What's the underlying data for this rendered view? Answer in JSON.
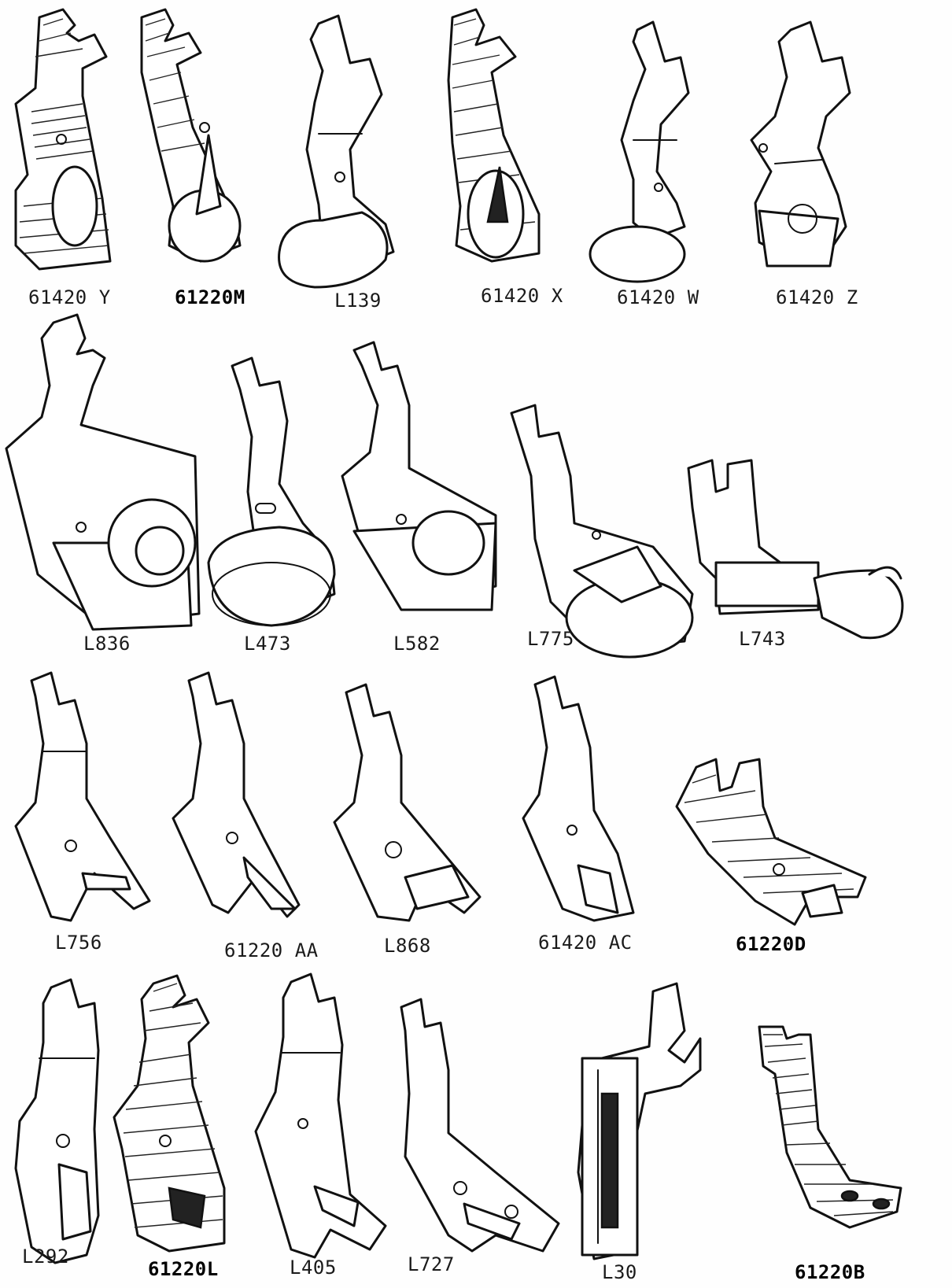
{
  "rows": [
    {
      "items": [
        {
          "label": "61420 Y",
          "bold": false,
          "hatched": true
        },
        {
          "label": "61220M",
          "bold": true,
          "hatched": true
        },
        {
          "label": "L139",
          "bold": false,
          "hatched": false
        },
        {
          "label": "61420 X",
          "bold": false,
          "hatched": true
        },
        {
          "label": "61420 W",
          "bold": false,
          "hatched": false
        },
        {
          "label": "61420 Z",
          "bold": false,
          "hatched": false
        }
      ]
    },
    {
      "items": [
        {
          "label": "L836",
          "bold": false,
          "hatched": false
        },
        {
          "label": "L473",
          "bold": false,
          "hatched": false
        },
        {
          "label": "L582",
          "bold": false,
          "hatched": false
        },
        {
          "label": "L775",
          "bold": false,
          "hatched": false
        },
        {
          "label": "L743",
          "bold": false,
          "hatched": false
        }
      ]
    },
    {
      "items": [
        {
          "label": "L756",
          "bold": false,
          "hatched": false
        },
        {
          "label": "61220 AA",
          "bold": false,
          "hatched": false
        },
        {
          "label": "L868",
          "bold": false,
          "hatched": false
        },
        {
          "label": "61420 AC",
          "bold": false,
          "hatched": false
        },
        {
          "label": "61220D",
          "bold": true,
          "hatched": true
        }
      ]
    },
    {
      "items": [
        {
          "label": "L292",
          "bold": false,
          "hatched": false
        },
        {
          "label": "61220L",
          "bold": true,
          "hatched": true
        },
        {
          "label": "L405",
          "bold": false,
          "hatched": false
        },
        {
          "label": "L727",
          "bold": false,
          "hatched": false
        },
        {
          "label": "L30",
          "bold": false,
          "hatched": false
        },
        {
          "label": "61220B",
          "bold": true,
          "hatched": true
        }
      ]
    }
  ]
}
